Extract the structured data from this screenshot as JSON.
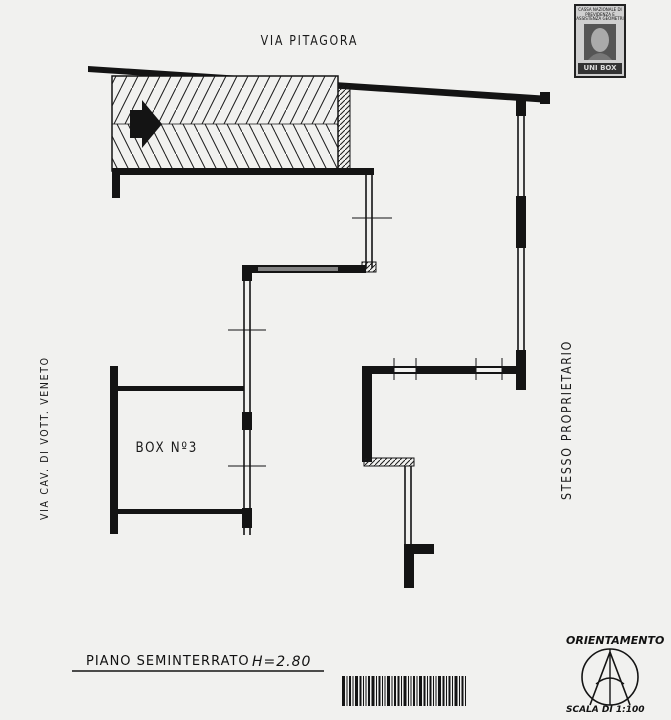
{
  "labels": {
    "street_top": "VIA    PITAGORA",
    "street_left": "VIA  CAV.  DI  VOTT.  VENETO",
    "neighbor_right": "STESSO  PROPRIETARIO",
    "box": "BOX  Nº3",
    "floor": "PIANO  SEMINTERRATO",
    "height": "H=2.80",
    "orientation": "ORIENTAMENTO",
    "scale": "SCALA DI 1:100"
  },
  "stamp": {
    "text": "CASSA NAZIONALE DI PREVIDENZA E ASSISTENZA GEOMETRI",
    "label": "UNI BOX"
  },
  "colors": {
    "ink": "#141414",
    "paper": "#f1f1ef"
  }
}
